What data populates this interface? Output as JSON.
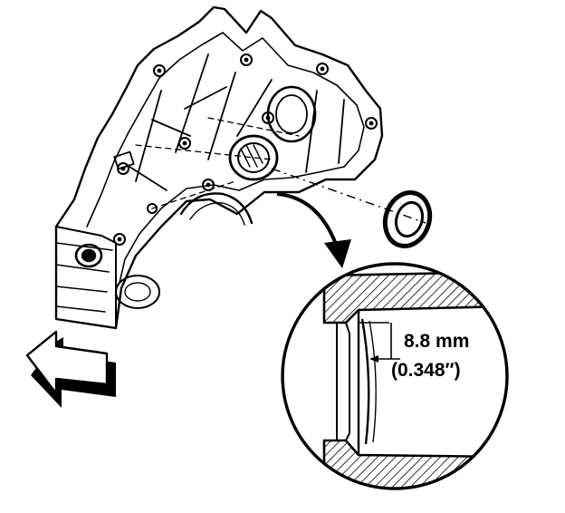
{
  "figure": {
    "type": "seal installation depth diagram",
    "ink_color": "#000000",
    "paper_color": "#ffffff"
  },
  "dimension": {
    "metric": "8.8 mm",
    "imperial": "(0.348″)"
  },
  "icons": {
    "direction_arrow": "arrow-left-icon",
    "callout_arrow": "curved-arrow-icon"
  }
}
